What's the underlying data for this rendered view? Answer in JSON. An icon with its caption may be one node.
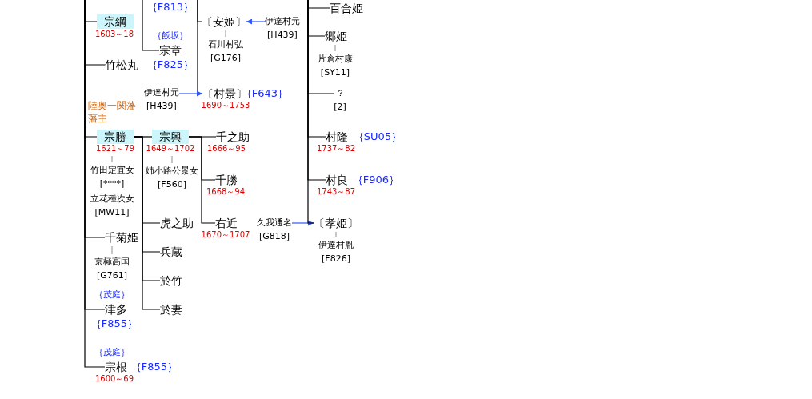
{
  "diagram": {
    "nodes": [
      {
        "text": [
          "宗綱"
        ],
        "beside": [
          "1603～18"
        ]
      },
      {
        "text": [
          "宗章"
        ],
        "beside": [
          "｛飯坂｝",
          "｛F825｝"
        ]
      },
      {
        "text": [
          "竹松丸"
        ]
      },
      {
        "text": [
          "宗勝"
        ],
        "beside": [
          "1621～79"
        ]
      },
      {
        "text": [
          "竹田定宜女",
          "[****]"
        ]
      },
      {
        "text": [
          "立花種次女",
          "[MW11]"
        ]
      },
      {
        "text": [
          "宗興"
        ],
        "beside": [
          "1649～1702"
        ]
      },
      {
        "text": [
          "姉小路公景女",
          "[F560]"
        ]
      },
      {
        "text": [
          "虎之助"
        ]
      },
      {
        "text": [
          "兵蔵"
        ]
      },
      {
        "text": [
          "於竹"
        ]
      },
      {
        "text": [
          "於妻"
        ]
      },
      {
        "text": [
          "千之助"
        ],
        "beside": [
          "1666～95"
        ]
      },
      {
        "text": [
          "千勝"
        ],
        "beside": [
          "1668～94"
        ]
      },
      {
        "text": [
          "右近"
        ],
        "beside": [
          "1670～1707"
        ]
      },
      {
        "text": [
          "久我通名",
          "[G818]"
        ]
      },
      {
        "text": [
          "千菊姫"
        ]
      },
      {
        "text": [
          "京極高国",
          "[G761]"
        ]
      },
      {
        "text": [
          "津多"
        ],
        "beside": [
          "｛茂庭｝",
          "｛F855｝"
        ]
      },
      {
        "text": [
          "宗根"
        ],
        "beside": [
          "｛茂庭｝",
          "｛F855｝",
          "1600～69"
        ]
      },
      {
        "text": [
          "〔安姫〕"
        ]
      },
      {
        "text": [
          "石川村弘",
          "[G176]"
        ]
      },
      {
        "text": [
          "伊達村元",
          "[H439]"
        ]
      },
      {
        "text": [
          "〔村景〕"
        ],
        "beside": [
          "｛F643｝",
          "1690～1753"
        ]
      },
      {
        "text": [
          "伊達村元",
          "[H439]"
        ]
      },
      {
        "text": [
          "百合姫"
        ]
      },
      {
        "text": [
          "郷姫"
        ]
      },
      {
        "text": [
          "片倉村康",
          "[SY11]"
        ]
      },
      {
        "text": [
          "？",
          "[2]"
        ]
      },
      {
        "text": [
          "村隆"
        ],
        "beside": [
          "｛SU05｝",
          "1737～82"
        ]
      },
      {
        "text": [
          "村良"
        ],
        "beside": [
          "｛F906｝",
          "1743～87"
        ]
      },
      {
        "text": [
          "〔孝姫〕"
        ]
      },
      {
        "text": [
          "伊達村胤",
          "[F826]"
        ]
      }
    ],
    "edges": [
      {
        "from": null,
        "to": 0,
        "arrow": "none"
      },
      {
        "from": null,
        "to": 2,
        "arrow": "none"
      },
      {
        "from": null,
        "to": 3,
        "arrow": "none"
      },
      {
        "from": null,
        "to": 16,
        "arrow": "none"
      },
      {
        "from": null,
        "to": 18,
        "arrow": "none"
      },
      {
        "from": null,
        "to": 19,
        "arrow": "none"
      },
      {
        "from": null,
        "to": 1,
        "arrow": "none"
      },
      {
        "from": 3,
        "to": 4,
        "arrow": "none",
        "color": "#a0a0a0"
      },
      {
        "from": 3,
        "to": 6,
        "arrow": "none"
      },
      {
        "from": 6,
        "to": 7,
        "arrow": "none",
        "color": "#a0a0a0"
      },
      {
        "from": 3,
        "to": 8,
        "arrow": "none"
      },
      {
        "from": 3,
        "to": 9,
        "arrow": "none"
      },
      {
        "from": 3,
        "to": 10,
        "arrow": "none"
      },
      {
        "from": 3,
        "to": 11,
        "arrow": "none"
      },
      {
        "from": 6,
        "to": 12,
        "arrow": "none"
      },
      {
        "from": 6,
        "to": 13,
        "arrow": "none"
      },
      {
        "from": 6,
        "to": 14,
        "arrow": "none"
      },
      {
        "from": 15,
        "to": 31,
        "arrow": "to",
        "color": "#3355ff"
      },
      {
        "from": 16,
        "to": 17,
        "arrow": "none",
        "color": "#a0a0a0"
      },
      {
        "from": null,
        "to": 20,
        "arrow": "none"
      },
      {
        "from": null,
        "to": 23,
        "arrow": "none"
      },
      {
        "from": 20,
        "to": 21,
        "arrow": "none",
        "color": "#a0a0a0"
      },
      {
        "from": 22,
        "to": 20,
        "arrow": "to",
        "color": "#3355ff"
      },
      {
        "from": 24,
        "to": 23,
        "arrow": "to",
        "color": "#3355ff"
      },
      {
        "from": null,
        "to": 25,
        "arrow": "none"
      },
      {
        "from": null,
        "to": 26,
        "arrow": "none"
      },
      {
        "from": null,
        "to": 28,
        "arrow": "none"
      },
      {
        "from": null,
        "to": 29,
        "arrow": "none"
      },
      {
        "from": null,
        "to": 30,
        "arrow": "none"
      },
      {
        "from": null,
        "to": 31,
        "arrow": "none"
      },
      {
        "from": 26,
        "to": 27,
        "arrow": "none",
        "color": "#a0a0a0"
      },
      {
        "from": 31,
        "to": 32,
        "arrow": "none",
        "color": "#a0a0a0"
      }
    ],
    "labels": [
      "｛F813｝",
      "陸奥一関藩藩主"
    ]
  }
}
